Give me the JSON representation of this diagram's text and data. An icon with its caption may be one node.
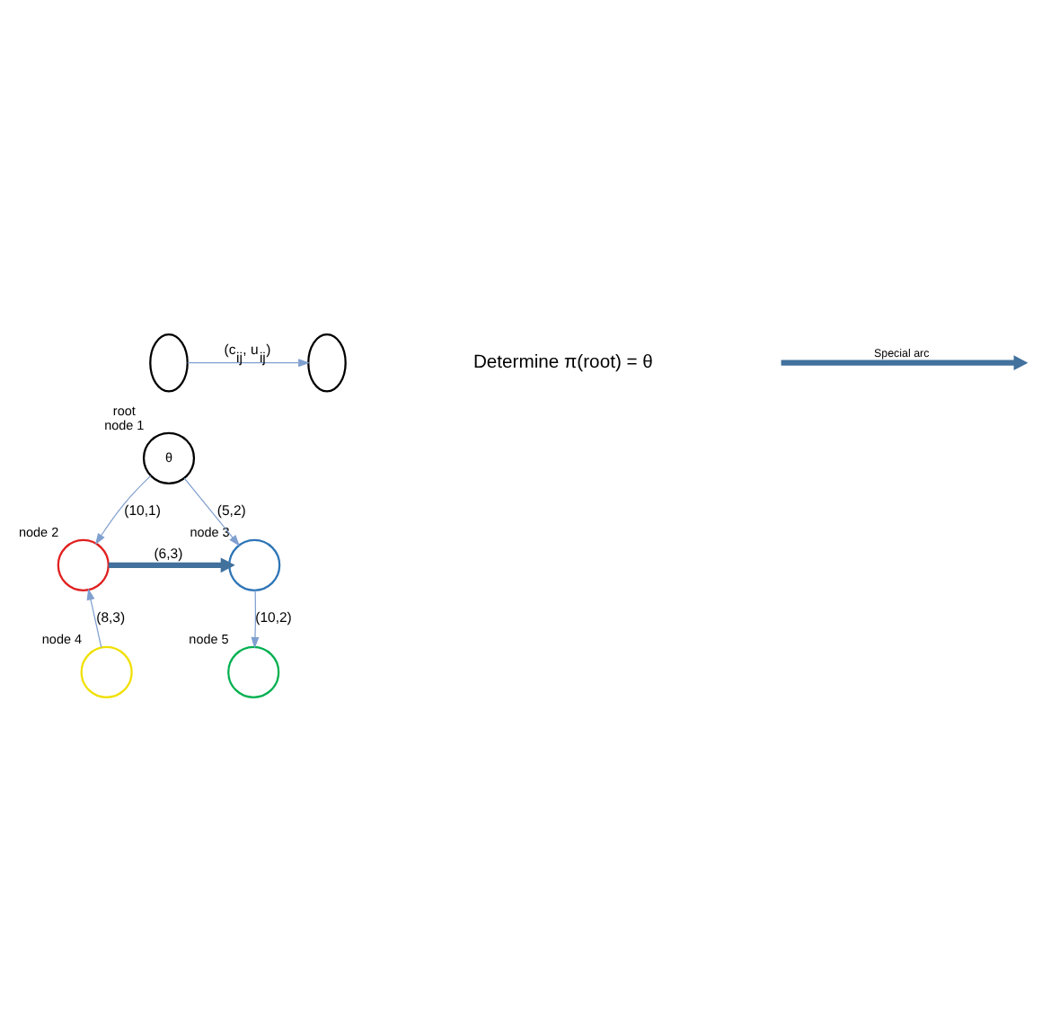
{
  "diagram": {
    "nodes": [
      {
        "text": [],
        "shape": "ellipse"
      },
      {
        "text": [],
        "shape": "ellipse"
      },
      {
        "text": [
          "θ"
        ],
        "beside": [
          "root",
          "node 1"
        ]
      },
      {
        "text": [],
        "shape": "circle",
        "beside": [
          "node 2"
        ]
      },
      {
        "text": [],
        "shape": "circle",
        "beside": [
          "node 3"
        ]
      },
      {
        "text": [],
        "shape": "circle",
        "beside": [
          "node 4"
        ]
      },
      {
        "text": [],
        "shape": "circle",
        "beside": [
          "node 5"
        ]
      }
    ],
    "edges": [
      {
        "from": 0,
        "to": 1,
        "arrow": "to",
        "label": "(c$_{ij}$, u$_{ij}$)"
      },
      {
        "from": 2,
        "to": 3,
        "arrow": "to",
        "label": "(10,1)"
      },
      {
        "from": 2,
        "to": 4,
        "arrow": "to",
        "label": "(5,2)"
      },
      {
        "from": 3,
        "to": 4,
        "arrow": "to",
        "label": "(6,3)",
        "style": "thick",
        "color": "#41719c"
      },
      {
        "from": 5,
        "to": 3,
        "arrow": "to",
        "label": "(8,3)"
      },
      {
        "from": 4,
        "to": 6,
        "arrow": "to",
        "label": "(10,2)"
      }
    ],
    "labels": [
      "Determine π(root) = θ"
    ],
    "legend": [
      {
        "text": "Special arc"
      }
    ]
  }
}
